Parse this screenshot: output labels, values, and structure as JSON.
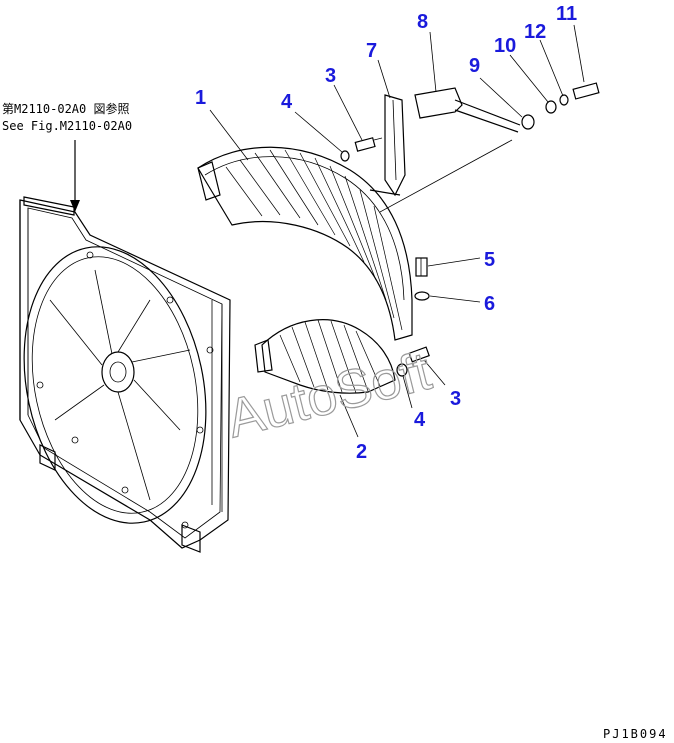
{
  "reference_note": {
    "line1": "第M2110-02A0 図参照",
    "line2": "See Fig.M2110-02A0"
  },
  "callouts": [
    "1",
    "2",
    "3",
    "3",
    "4",
    "4",
    "5",
    "6",
    "7",
    "8",
    "9",
    "10",
    "12",
    "11"
  ],
  "watermark": "AutoSoft",
  "drawing_code": "PJ1B094",
  "colors": {
    "callout": "#1a1adc",
    "line": "#000000",
    "watermark": "#9a9a9a"
  }
}
